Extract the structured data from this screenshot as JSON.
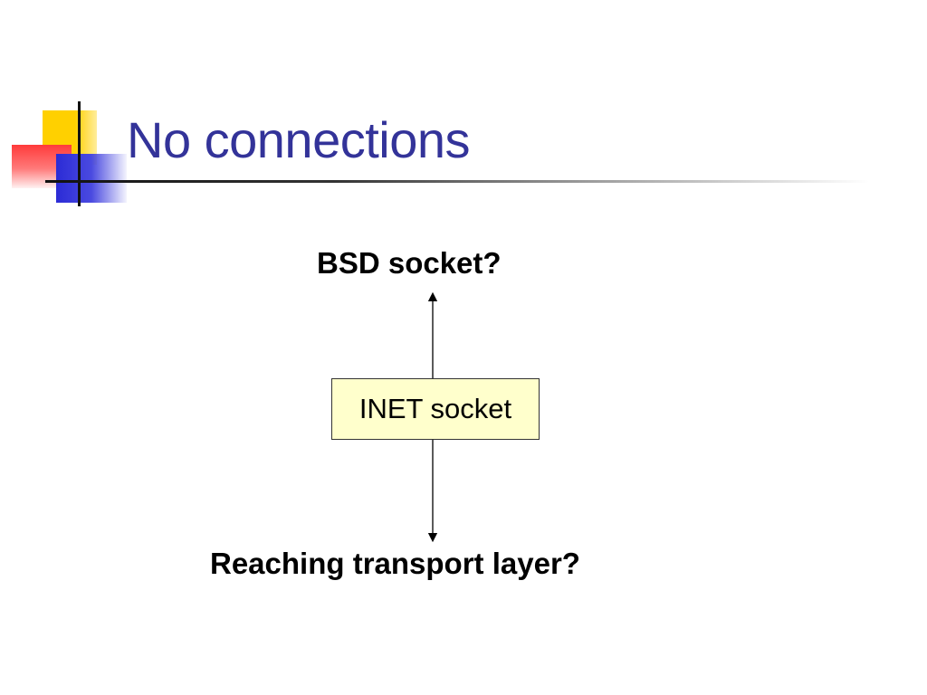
{
  "slide": {
    "title": "No connections",
    "top_label": "BSD socket?",
    "box_label": "INET socket",
    "bottom_label": "Reaching transport layer?"
  },
  "colors": {
    "title": "#333399",
    "box_fill": "#ffffcc",
    "logo_yellow": "#ffd000",
    "logo_red": "#ff3b3b",
    "logo_blue": "#2b2bd6"
  }
}
